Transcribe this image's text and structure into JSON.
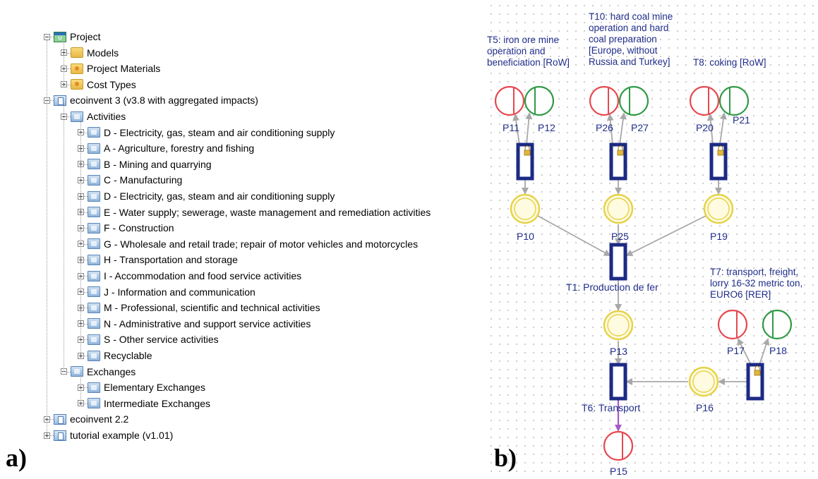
{
  "panel_a": {
    "label": "a)",
    "tree": [
      {
        "label": "Project",
        "indent": 0,
        "expander": "minus",
        "icon": "project-icon"
      },
      {
        "label": "Models",
        "indent": 1,
        "expander": "plus",
        "icon": "folder-icon"
      },
      {
        "label": "Project Materials",
        "indent": 1,
        "expander": "plus",
        "icon": "folder-icon"
      },
      {
        "label": "Cost Types",
        "indent": 1,
        "expander": "plus",
        "icon": "folder-icon"
      },
      {
        "label": "ecoinvent 3 (v3.8 with aggregated impacts)",
        "indent": 0,
        "expander": "minus",
        "icon": "database-icon"
      },
      {
        "label": "Activities",
        "indent": 1,
        "expander": "minus",
        "icon": "category-icon"
      },
      {
        "label": "D - Electricity, gas, steam and air conditioning supply",
        "indent": 2,
        "expander": "plus",
        "icon": "category-icon"
      },
      {
        "label": "A - Agriculture, forestry and fishing",
        "indent": 2,
        "expander": "plus",
        "icon": "category-icon"
      },
      {
        "label": "B - Mining and quarrying",
        "indent": 2,
        "expander": "plus",
        "icon": "category-icon"
      },
      {
        "label": "C - Manufacturing",
        "indent": 2,
        "expander": "plus",
        "icon": "category-icon"
      },
      {
        "label": "D - Electricity, gas, steam and air conditioning supply",
        "indent": 2,
        "expander": "plus",
        "icon": "category-icon"
      },
      {
        "label": "E - Water supply; sewerage, waste management and remediation activities",
        "indent": 2,
        "expander": "plus",
        "icon": "category-icon"
      },
      {
        "label": "F - Construction",
        "indent": 2,
        "expander": "plus",
        "icon": "category-icon"
      },
      {
        "label": "G - Wholesale and retail trade; repair of motor vehicles and motorcycles",
        "indent": 2,
        "expander": "plus",
        "icon": "category-icon"
      },
      {
        "label": "H - Transportation and storage",
        "indent": 2,
        "expander": "plus",
        "icon": "category-icon"
      },
      {
        "label": "I - Accommodation and food service activities",
        "indent": 2,
        "expander": "plus",
        "icon": "category-icon"
      },
      {
        "label": "J - Information and communication",
        "indent": 2,
        "expander": "plus",
        "icon": "category-icon"
      },
      {
        "label": "M - Professional, scientific and technical activities",
        "indent": 2,
        "expander": "plus",
        "icon": "category-icon"
      },
      {
        "label": "N - Administrative and support service activities",
        "indent": 2,
        "expander": "plus",
        "icon": "category-icon"
      },
      {
        "label": "S - Other service activities",
        "indent": 2,
        "expander": "plus",
        "icon": "category-icon"
      },
      {
        "label": "Recyclable",
        "indent": 2,
        "expander": "plus",
        "icon": "category-icon"
      },
      {
        "label": "Exchanges",
        "indent": 1,
        "expander": "minus",
        "icon": "category-icon"
      },
      {
        "label": "Elementary Exchanges",
        "indent": 2,
        "expander": "plus",
        "icon": "category-icon"
      },
      {
        "label": "Intermediate Exchanges",
        "indent": 2,
        "expander": "plus",
        "icon": "category-icon"
      },
      {
        "label": "ecoinvent 2.2",
        "indent": 0,
        "expander": "plus",
        "icon": "database-icon"
      },
      {
        "label": "tutorial example (v1.01)",
        "indent": 0,
        "expander": "plus",
        "icon": "database-icon"
      }
    ]
  },
  "panel_b": {
    "label": "b)",
    "colors": {
      "input_place": "#e8474f",
      "output_place": "#2f9a45",
      "intermediate_place": "#e6d24a",
      "transition": "#1c2a84",
      "arc": "#a8a8a8",
      "final_arc": "#a659c8",
      "text": "#1f2d8a"
    },
    "descriptions": {
      "T5": "T5: iron ore mine\noperation and\nbeneficiation [RoW]",
      "T10": "T10: hard coal mine\noperation and hard\ncoal preparation\n[Europe, without\nRussia and Turkey]",
      "T8": "T8: coking [RoW]",
      "T7": "T7: transport, freight,\nlorry 16-32 metric ton,\nEURO6 [RER]"
    },
    "transition_labels": {
      "T1": "T1: Production de fer",
      "T6": "T6: Transport"
    },
    "places": {
      "P11": "P11",
      "P12": "P12",
      "P26": "P26",
      "P27": "P27",
      "P20": "P20",
      "P21": "P21",
      "P10": "P10",
      "P25": "P25",
      "P19": "P19",
      "P13": "P13",
      "P17": "P17",
      "P18": "P18",
      "P16": "P16",
      "P15": "P15"
    }
  }
}
